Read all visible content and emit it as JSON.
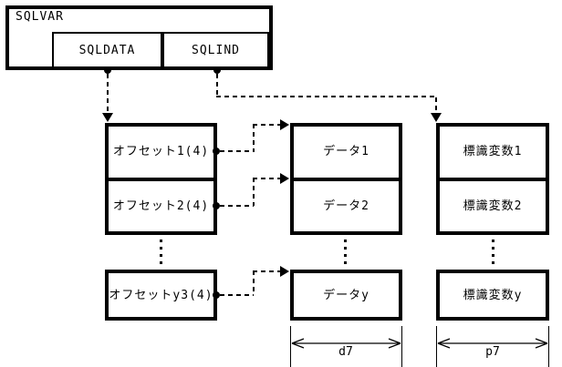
{
  "sqlvar": {
    "title": "SQLVAR",
    "sqldata": "SQLDATA",
    "sqlind": "SQLIND"
  },
  "offsets": {
    "r1": "オフセット1(4)",
    "r2": "オフセット2(4)",
    "ry": "オフセットy3(4)"
  },
  "values": {
    "r1": "データ1",
    "r2": "データ2",
    "ry": "データy"
  },
  "indicators": {
    "r1": "標識変数1",
    "r2": "標識変数2",
    "ry": "標識変数y"
  },
  "dims": {
    "data_width": "d7",
    "indicator_width": "p7"
  },
  "colors": {
    "ink": "#000000",
    "background": "#ffffff"
  }
}
